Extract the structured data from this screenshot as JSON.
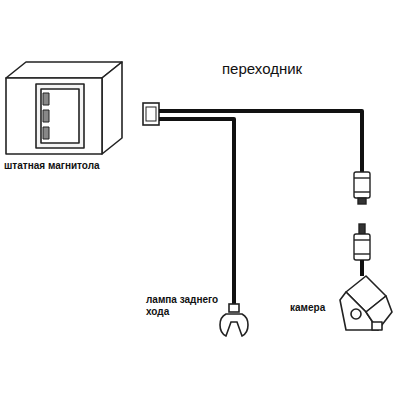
{
  "diagram": {
    "labels": [
      "переходник",
      "штатная магнитола",
      "лампа заднего хода",
      "камера"
    ]
  }
}
